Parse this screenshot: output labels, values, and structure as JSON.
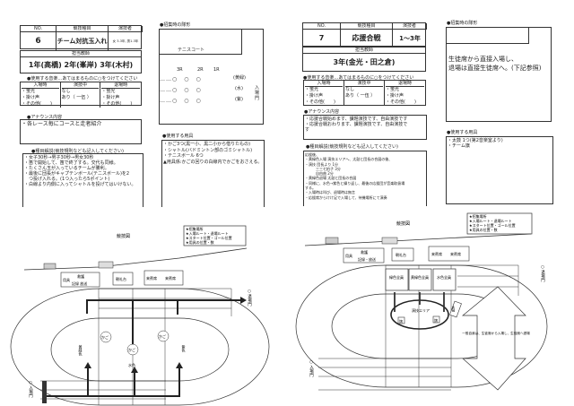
{
  "left": {
    "header": {
      "no_label": "NO.",
      "event_label": "競技種目",
      "performer_label": "演技者",
      "no": "6",
      "event": "チーム対抗玉入れ",
      "performer": "女 3-3年, 男1-3年"
    },
    "teacher": {
      "label": "担当教師",
      "value": "1年(高橋) 2年(峯岸) 3年(木村)"
    },
    "music": {
      "title": "●使用する音楽…あてはまるものに○をつけてください",
      "cols": [
        "入場時",
        "演技中",
        "退場時"
      ],
      "enter": [
        "・蛍光",
        "・掛け声",
        "・その他(　　)"
      ],
      "during": [
        "なし",
        "あり（ 一伍 ）"
      ],
      "exit": [
        "・蛍光",
        "・掛け声",
        "・その他(　　)"
      ]
    },
    "announce": {
      "title": "●アナウンス内容",
      "lines": [
        "・各レース毎にコースと走者紹介"
      ]
    },
    "desc": {
      "title": "●種目解説(競技規則なども記入してください)",
      "lines": [
        "・女子30秒→男子30秒→男女30秒",
        "・笛で開始して、笛で終了する。交代も同様。",
        "・たくさん玉が入っているチームが勝利。",
        "・最後に団長がキャプテンボール(テニスボール)を2",
        "　つ投げ入れる。(1つ入ったら5ポイント)",
        "・白線より内側に入ってシャトルを投げてはいけない。"
      ]
    },
    "formation": {
      "title": "●招集時の隊形",
      "court": "テニスコート",
      "cols": [
        "3R",
        "2R",
        "1R"
      ],
      "rows": [
        "(黄緑)",
        "(水)",
        "(紫)"
      ],
      "gate": "入場門"
    },
    "tools": {
      "title": "●使用する用具",
      "lines": [
        "・かご3つ(黒一小、黒二小から借りたもの)",
        "・シャトル(バドミントン部のゴミシャトル)",
        "・テニスボール 6つ",
        "",
        "▲用具係:かごの回りの白線内でかごをおさえる。"
      ]
    },
    "diagram": {
      "title": "競技図",
      "legend": [
        "★招集場所",
        "★入場ルート・退場ルート",
        "★スタート位置・ゴール位置",
        "★用具の位置・数"
      ],
      "tent1a": "用具",
      "tent1b": "救護",
      "tent1c": "記録 放送",
      "tent2": "朝礼台",
      "tent3a": "来賓席",
      "tent3b": "来賓席",
      "exit": "○退場門",
      "entry": "○入場門",
      "basket": "かご",
      "team_left": "黄緑色",
      "team_mid": "水色",
      "team_right": "紫色"
    }
  },
  "right": {
    "header": {
      "no_label": "NO.",
      "event_label": "競技種目",
      "performer_label": "演技者",
      "no": "7",
      "event": "応援合戦",
      "performer": "1〜3年"
    },
    "teacher": {
      "label": "担当教師",
      "value": "3年(金光・田之倉)"
    },
    "music": {
      "title": "●使用する音楽…あてはまるものに○をつけてください",
      "cols": [
        "入場時",
        "演技中",
        "退場時"
      ],
      "enter": [
        "・蛍光",
        "・掛け声",
        "・その他(　　)"
      ],
      "during": [
        "なし",
        "あり（ 一伍 ）"
      ],
      "exit": [
        "・蛍光",
        "・掛け声",
        "・その他(　　)"
      ]
    },
    "announce": {
      "title": "●アナウンス内容",
      "lines": [
        "・応援合戦始めます、課題演技です、自由演技です",
        "・応援合戦おわります、課題演技です、自由演技で",
        "す"
      ]
    },
    "desc": {
      "title": "●種目解説(競技規則なども記入してください)",
      "lines": [
        "応援後、",
        "・黄緑色入場 演技エリアへ、太鼓と団長の合図の後、",
        "・演技 団長より 1分",
        "　　　三三七拍子 3分",
        "　　　自由曲 2分",
        "・黄緑色退場 太鼓と団長の合図",
        "・同様に、水色→紫色と繰り返し、最後の応援団が音楽取扱場",
        "する。",
        "・入場時は叫び、退場時は無言",
        "・応援席からけけ足で入場して、待機場所にて演奏"
      ]
    },
    "formation": {
      "title": "●招集時の隊形",
      "lines": [
        "生徒席から直接入場し、",
        "退場は直接生徒席へ。(下記参照)"
      ]
    },
    "tools": {
      "title": "●使用する用具",
      "lines": [
        "・太鼓 1つ(第2音楽室より)",
        "・チーム旗"
      ]
    },
    "diagram": {
      "title": "競技図",
      "legend": [
        "★招集場所",
        "★入場ルート・退場ルート",
        "★スタート位置・ゴール位置",
        "★用具の位置・数"
      ],
      "tent1a": "用具",
      "tent1b": "救護",
      "tent1c": "記録・放送",
      "tent2": "朝礼台",
      "tent3a": "来賓席",
      "tent3b": "来賓席",
      "exit": "○退場門",
      "entry": "○入場門",
      "team1": "緑色全員",
      "team2": "黄緑色全員",
      "team3": "水色全員",
      "area": "演技エリア",
      "flag": "旗",
      "drum": "太鼓",
      "arrow_note": "一般自我は、生徒席から入場し、生徒席へ退場"
    }
  }
}
